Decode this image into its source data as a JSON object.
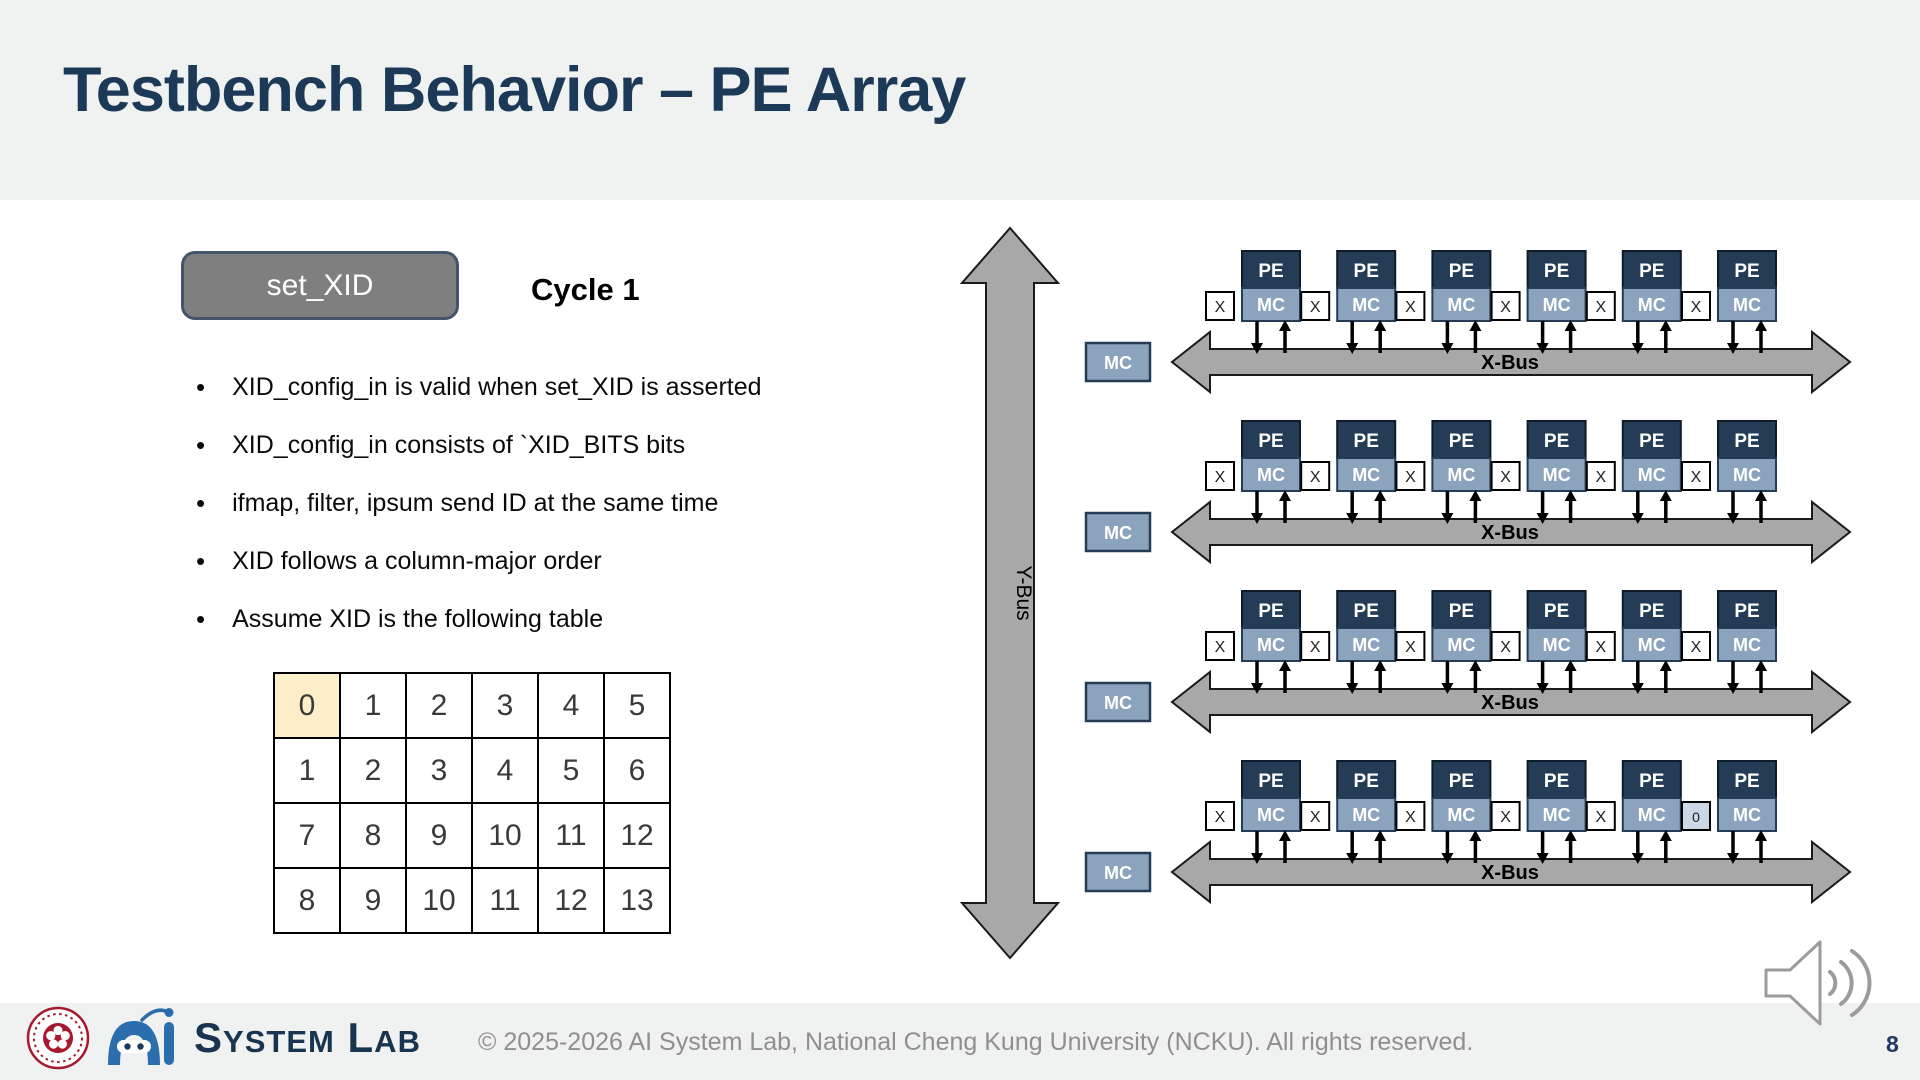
{
  "slide": {
    "title": "Testbench Behavior – PE Array",
    "page_number": "8"
  },
  "signal_button": {
    "label": "set_XID"
  },
  "cycle_label": "Cycle 1",
  "bullets": [
    "XID_config_in is valid when set_XID is asserted",
    "XID_config_in consists of `XID_BITS bits",
    "ifmap, filter, ipsum send ID at the same time",
    "XID follows a column-major order",
    "Assume XID is the following table"
  ],
  "xid_table": {
    "rows": [
      [
        "0",
        "1",
        "2",
        "3",
        "4",
        "5"
      ],
      [
        "1",
        "2",
        "3",
        "4",
        "5",
        "6"
      ],
      [
        "7",
        "8",
        "9",
        "10",
        "11",
        "12"
      ],
      [
        "8",
        "9",
        "10",
        "11",
        "12",
        "13"
      ]
    ],
    "highlight_cell": {
      "row": 0,
      "col": 0
    },
    "highlight_color": "#fcefc9"
  },
  "diagram": {
    "pe_label": "PE",
    "mc_label": "MC",
    "row_mc_label": "MC",
    "x_bus_label": "X-Bus",
    "y_bus_label": "Y-Bus",
    "rows": [
      {
        "units": [
          "X",
          "X",
          "X",
          "X",
          "X",
          "X"
        ]
      },
      {
        "units": [
          "X",
          "X",
          "X",
          "X",
          "X",
          "X"
        ]
      },
      {
        "units": [
          "X",
          "X",
          "X",
          "X",
          "X",
          "X"
        ]
      },
      {
        "units": [
          "X",
          "X",
          "X",
          "X",
          "X",
          "0"
        ]
      }
    ],
    "colors": {
      "pe_fill": "#243c55",
      "pe_stroke": "#0e1b29",
      "mc_fill": "#8ca3bd",
      "mc_stroke": "#243c55",
      "bus_fill": "#a8a8a8",
      "bus_stroke": "#1a1a1a",
      "x_box_fill": "#ffffff",
      "zero_box_fill": "#cbd8e6",
      "arrow_color": "#000000"
    }
  },
  "footer": {
    "brand": "System Lab",
    "copyright": "© 2025-2026 AI System Lab, National Cheng Kung University (NCKU). All rights reserved."
  }
}
